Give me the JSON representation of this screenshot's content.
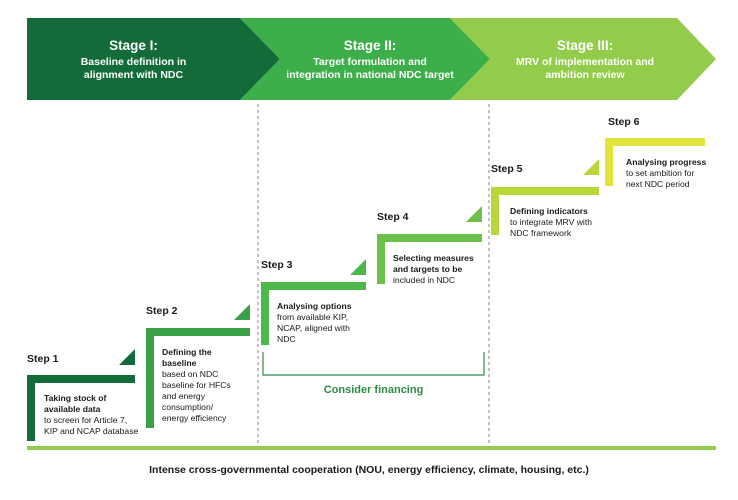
{
  "stages": [
    {
      "title": "Stage I:",
      "subtitle": "Baseline definition in alignment with NDC",
      "sub_line1": "Baseline definition in",
      "sub_line2": "alignment with NDC",
      "color": "#136b3a"
    },
    {
      "title": "Stage II:",
      "subtitle": "Target formulation and integration in national NDC target",
      "sub_line1": "Target formulation and",
      "sub_line2": "integration in national NDC target",
      "color": "#3daf4a"
    },
    {
      "title": "Stage III:",
      "subtitle": "MRV of implementation and ambition review",
      "sub_line1": "MRV of implementation and",
      "sub_line2": "ambition review",
      "color": "#93cc4a"
    }
  ],
  "steps": [
    {
      "label": "Step 1",
      "bold": "Taking stock of available data",
      "bold_l1": "Taking stock of",
      "bold_l2": "available data",
      "text_l1": "to screen for Article 7,",
      "text_l2": "KIP and NCAP database",
      "color": "#136b3a"
    },
    {
      "label": "Step 2",
      "bold_l1": "Defining the",
      "bold_l2": "baseline",
      "text_l1": "based on NDC",
      "text_l2": "baseline for HFCs",
      "text_l3": "and energy",
      "text_l4": "consumption/",
      "text_l5": "energy efficiency",
      "color": "#3aa048"
    },
    {
      "label": "Step 3",
      "bold_l1": "Analysing options",
      "text_l1": "from available KIP,",
      "text_l2": "NCAP, aligned with",
      "text_l3": "NDC",
      "color": "#4cb84a"
    },
    {
      "label": "Step 4",
      "bold_l1": "Selecting measures",
      "bold_l2": "and targets to be",
      "text_l1": "included in NDC",
      "color": "#6cc04a"
    },
    {
      "label": "Step 5",
      "bold_l1": "Defining indicators",
      "text_l1": "to integrate MRV with",
      "text_l2": "NDC framework",
      "color": "#b8d83a"
    },
    {
      "label": "Step 6",
      "bold_l1": "Analysing progress",
      "text_l1": "to set ambition for",
      "text_l2": "next NDC period",
      "color": "#e1e43a"
    }
  ],
  "financing": {
    "label": "Consider financing",
    "color": "#2e8b48"
  },
  "footer": {
    "text": "Intense cross-governmental cooperation (NOU, energy efficiency, climate, housing, etc.)",
    "bar_color": "#93cc4a"
  }
}
